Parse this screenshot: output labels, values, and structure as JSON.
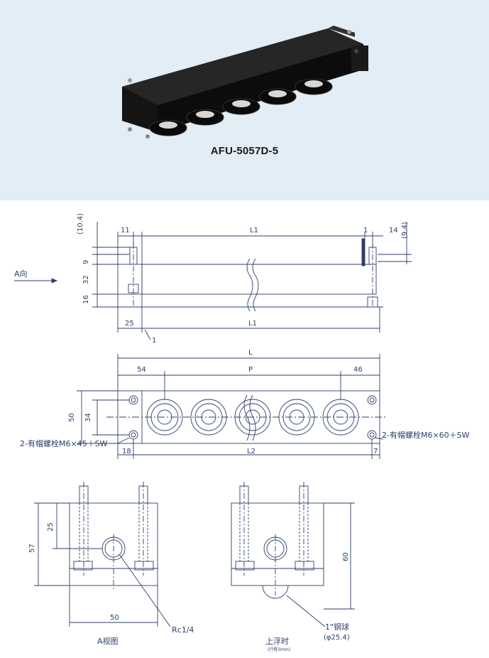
{
  "product": {
    "model": "AFU-5057D-5"
  },
  "drawing": {
    "line_color": "#2c3e6a",
    "side_view": {
      "dims": {
        "top_ref": "(10.4)",
        "left_top": "11",
        "length": "L1",
        "right_top": "1",
        "right_offset": "14",
        "right_ref": "(9.4)",
        "h1": "9",
        "h2": "32",
        "h3": "16",
        "bottom_left": "25",
        "bottom_length": "L1",
        "leader": "1"
      },
      "direction_label": "A向"
    },
    "top_view": {
      "dims": {
        "total": "L",
        "left": "54",
        "pitch": "P",
        "right": "46",
        "height_outer": "50",
        "height_inner": "34",
        "left_bottom": "18",
        "length2": "L2",
        "right_bottom": "7"
      },
      "bolt_left": "2-有帽螺栓M6×45＋SW",
      "bolt_right": "2-有帽螺栓M6×60＋SW"
    },
    "end_view_a": {
      "dims": {
        "h_total": "57",
        "h_port": "25",
        "width": "50"
      },
      "port_label": "Rc1/4",
      "caption": "A视图"
    },
    "end_view_float": {
      "dims": {
        "h_total": "60"
      },
      "ball_label_1": "1\"钢球",
      "ball_label_2": "(φ25.4)",
      "caption": "上浮时",
      "sub_caption": "(行程3mm)"
    }
  }
}
